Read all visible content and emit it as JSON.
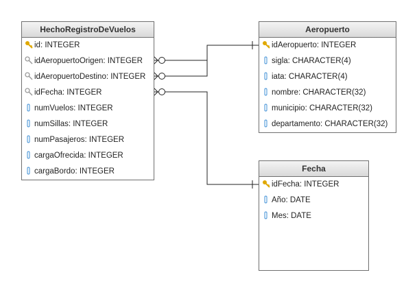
{
  "entities": {
    "hecho": {
      "title": "HechoRegistroDeVuelos",
      "fields": [
        {
          "label": "id: INTEGER",
          "icon": "primary-key-icon"
        },
        {
          "label": "idAeropuertoOrigen: INTEGER",
          "icon": "foreign-key-icon"
        },
        {
          "label": "idAeropuertoDestino: INTEGER",
          "icon": "foreign-key-icon"
        },
        {
          "label": "idFecha: INTEGER",
          "icon": "foreign-key-icon"
        },
        {
          "label": "numVuelos: INTEGER",
          "icon": "column-icon"
        },
        {
          "label": "numSillas: INTEGER",
          "icon": "column-icon"
        },
        {
          "label": "numPasajeros: INTEGER",
          "icon": "column-icon"
        },
        {
          "label": "cargaOfrecida: INTEGER",
          "icon": "column-icon"
        },
        {
          "label": "cargaBordo: INTEGER",
          "icon": "column-icon"
        }
      ]
    },
    "aeropuerto": {
      "title": "Aeropuerto",
      "fields": [
        {
          "label": "idAeropuerto: INTEGER",
          "icon": "primary-key-icon"
        },
        {
          "label": "sigla: CHARACTER(4)",
          "icon": "column-icon"
        },
        {
          "label": "iata: CHARACTER(4)",
          "icon": "column-icon"
        },
        {
          "label": "nombre: CHARACTER(32)",
          "icon": "column-icon"
        },
        {
          "label": "municipio: CHARACTER(32)",
          "icon": "column-icon"
        },
        {
          "label": "departamento: CHARACTER(32)",
          "icon": "column-icon"
        }
      ]
    },
    "fecha": {
      "title": "Fecha",
      "fields": [
        {
          "label": "idFecha: INTEGER",
          "icon": "primary-key-icon"
        },
        {
          "label": "Año: DATE",
          "icon": "column-icon"
        },
        {
          "label": "Mes: DATE",
          "icon": "column-icon"
        }
      ]
    }
  },
  "relationships": [
    {
      "from": "HechoRegistroDeVuelos.idAeropuertoOrigen",
      "to": "Aeropuerto.idAeropuerto",
      "from_cardinality": "zero-or-many",
      "to_cardinality": "exactly-one"
    },
    {
      "from": "HechoRegistroDeVuelos.idAeropuertoDestino",
      "to": "Aeropuerto.idAeropuerto",
      "from_cardinality": "zero-or-many",
      "to_cardinality": "exactly-one"
    },
    {
      "from": "HechoRegistroDeVuelos.idFecha",
      "to": "Fecha.idFecha",
      "from_cardinality": "zero-or-many",
      "to_cardinality": "exactly-one"
    }
  ],
  "colors": {
    "border": "#6f6f6f",
    "key_gold": "#e0a800",
    "fk_gray": "#9a9a9a",
    "column_blue": "#3d8fd6"
  }
}
